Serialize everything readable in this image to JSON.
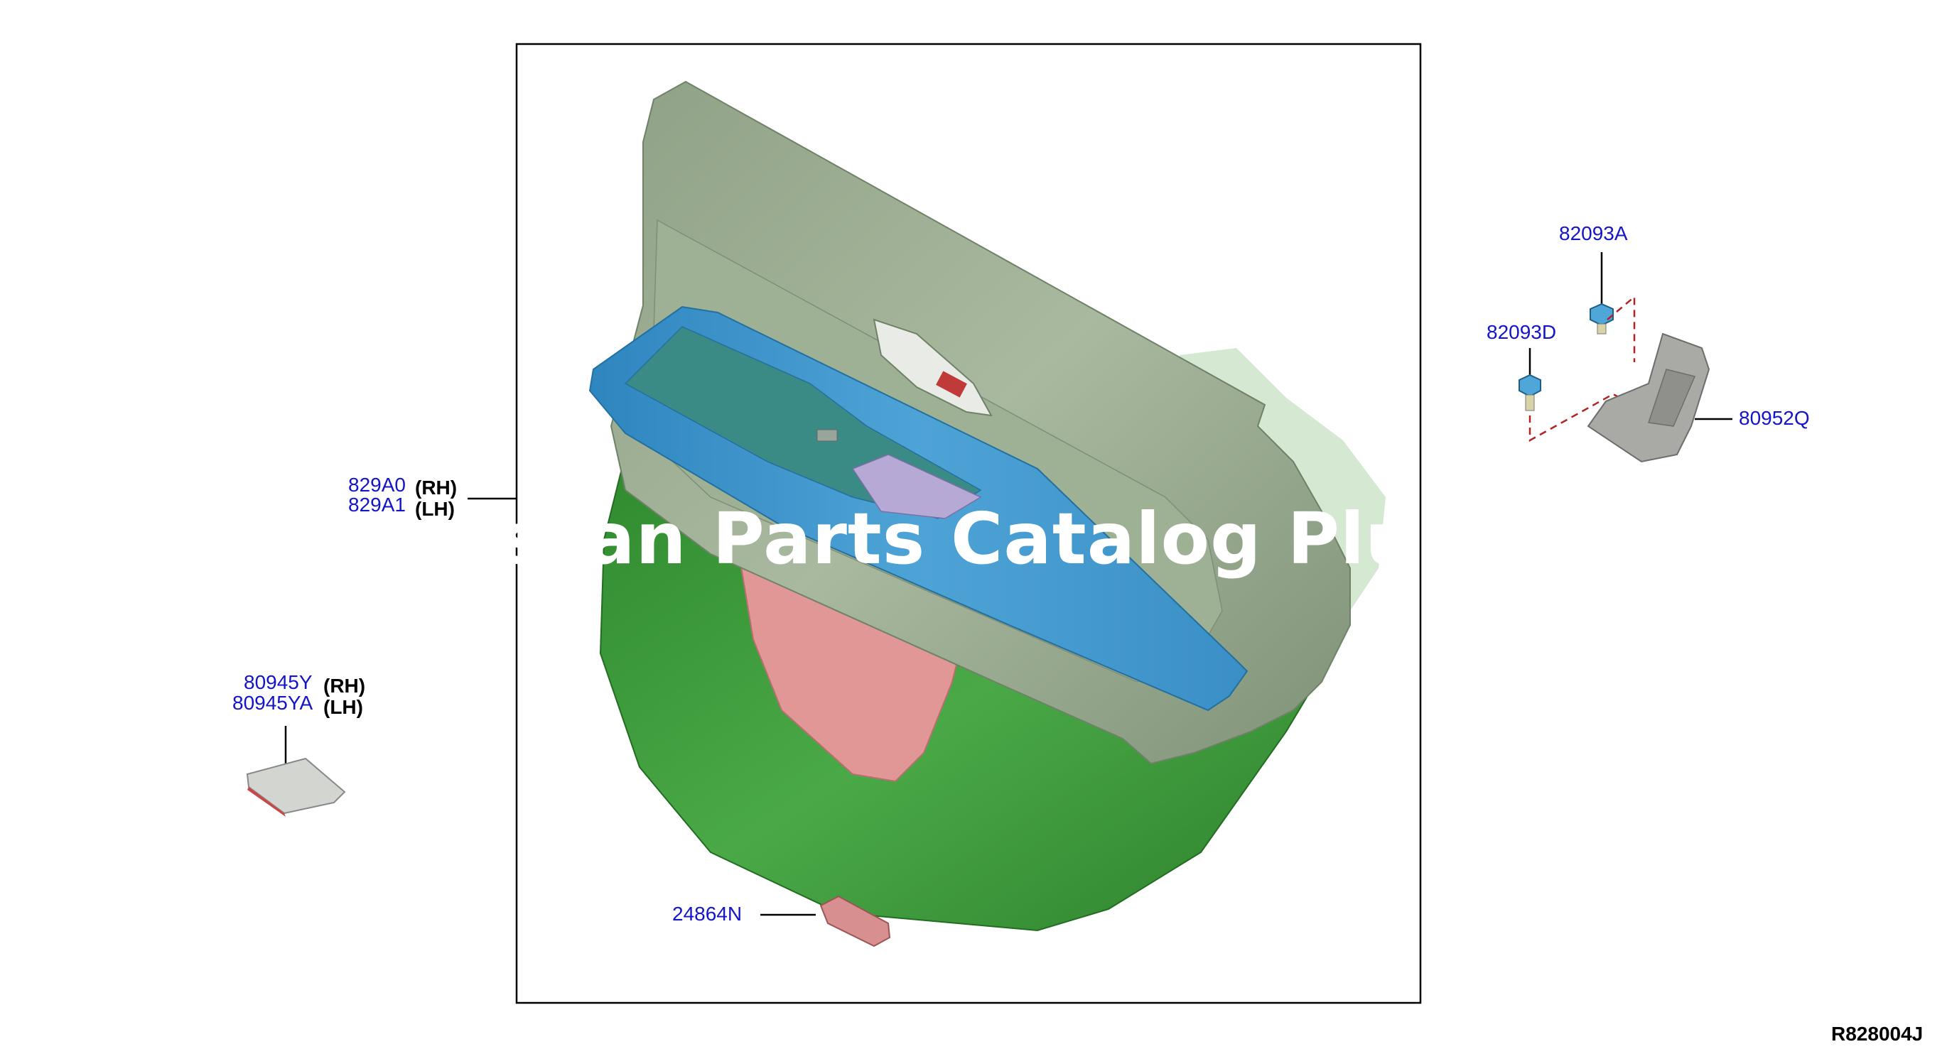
{
  "diagram": {
    "labels": {
      "door_trim_rh": "829A0",
      "door_trim_lh": "829A1",
      "cover_rh": "80945Y",
      "cover_lh": "80945YA",
      "clip_a": "82093A",
      "clip_d": "82093D",
      "bracket": "80952Q",
      "connector": "24864N"
    },
    "side_rh": "(RH)",
    "side_lh": "(LH)",
    "drawing_code": "R828004J",
    "watermark": "Nissan Parts Catalog Plus"
  },
  "colors": {
    "label_blue": "#1414c8",
    "trim_grey": "#9aad92",
    "armrest_blue": "#3f93c9",
    "lower_green": "#3e9a3c",
    "pocket_pink": "#e29797",
    "leader_red": "#b42222"
  }
}
